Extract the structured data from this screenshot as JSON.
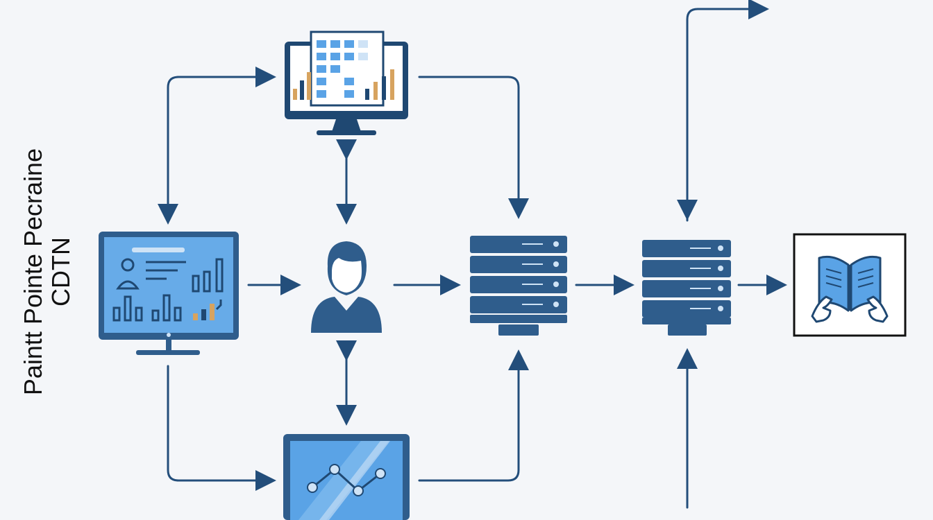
{
  "side_label": {
    "line1": "Paintt Pointe Pecraine",
    "line2": "CDTN"
  },
  "colors": {
    "background": "#f4f6f9",
    "primary": "#2f5d8c",
    "dark": "#1f4872",
    "screen_light": "#5aa3e6",
    "screen_pale": "#cfe3f6",
    "bar_orange": "#d7a35f",
    "arrow": "#234e7b"
  },
  "nodes": [
    {
      "id": "dashboard-monitor",
      "icon": "monitor-dashboard-icon"
    },
    {
      "id": "report-monitor",
      "icon": "monitor-report-icon"
    },
    {
      "id": "user",
      "icon": "user-icon"
    },
    {
      "id": "analytics-tablet",
      "icon": "tablet-line-chart-icon"
    },
    {
      "id": "server-1",
      "icon": "server-icon"
    },
    {
      "id": "server-2",
      "icon": "server-icon"
    },
    {
      "id": "book",
      "icon": "open-book-icon"
    }
  ]
}
